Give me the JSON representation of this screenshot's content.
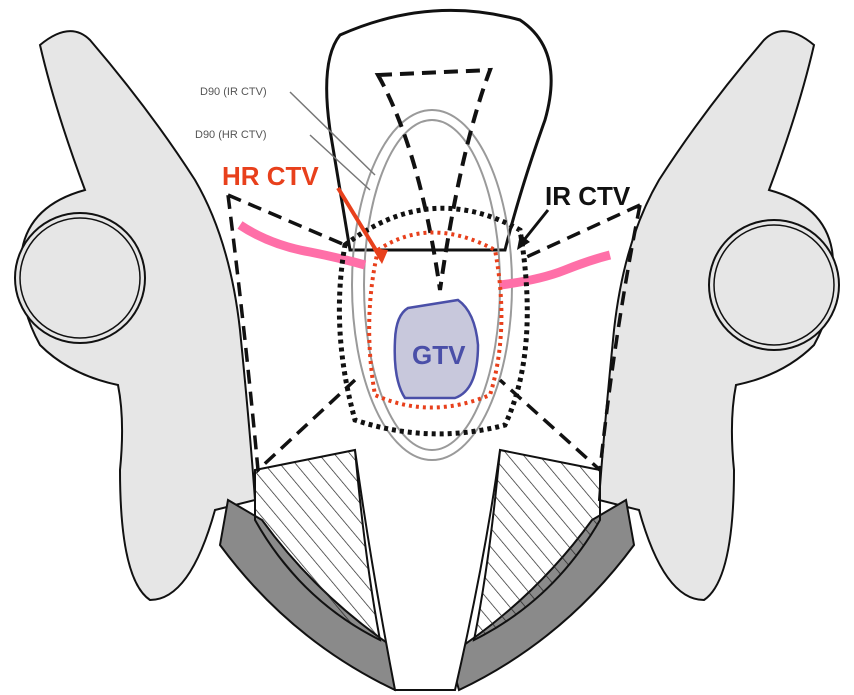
{
  "labels": {
    "d90_ir_ctv": "D90 (IR CTV)",
    "d90_hr_ctv": "D90 (HR CTV)",
    "hr_ctv": "HR CTV",
    "ir_ctv": "IR CTV",
    "gtv": "GTV"
  },
  "colors": {
    "hr_ctv": "#e8401c",
    "gtv_text": "#4a4fa8",
    "gtv_fill": "#c8c8dc",
    "bone_fill": "#e6e6e6",
    "muscle_fill": "#8a8a8a",
    "bladder_rectum_line": "#ff6fa8",
    "outline": "#111111",
    "isodose_line": "#9a9a9a"
  }
}
